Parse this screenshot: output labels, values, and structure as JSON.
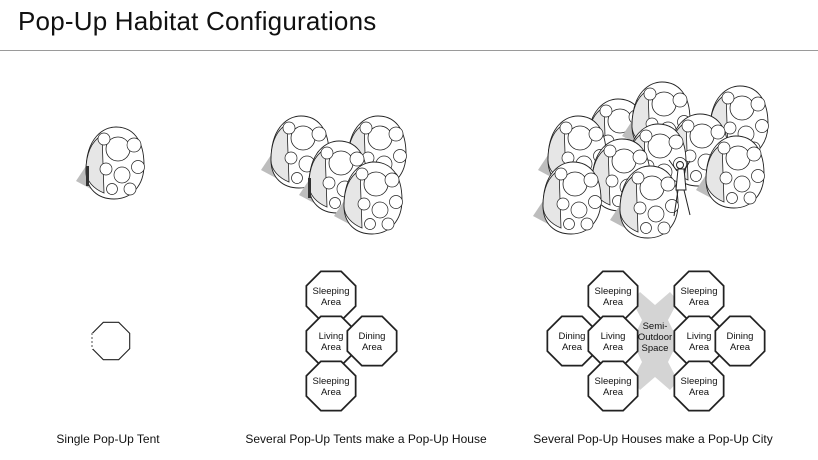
{
  "title": "Pop-Up Habitat Configurations",
  "captions": {
    "single": "Single Pop-Up Tent",
    "house": "Several Pop-Up Tents make a Pop-Up House",
    "city": "Several Pop-Up Houses make a Pop-Up City"
  },
  "rooms": {
    "sleeping_1": "Sleeping",
    "sleeping_2": "Area",
    "living_1": "Living",
    "living_2": "Area",
    "dining_1": "Dining",
    "dining_2": "Area",
    "semi_1": "Semi-",
    "semi_2": "Outdoor",
    "semi_3": "Space"
  }
}
